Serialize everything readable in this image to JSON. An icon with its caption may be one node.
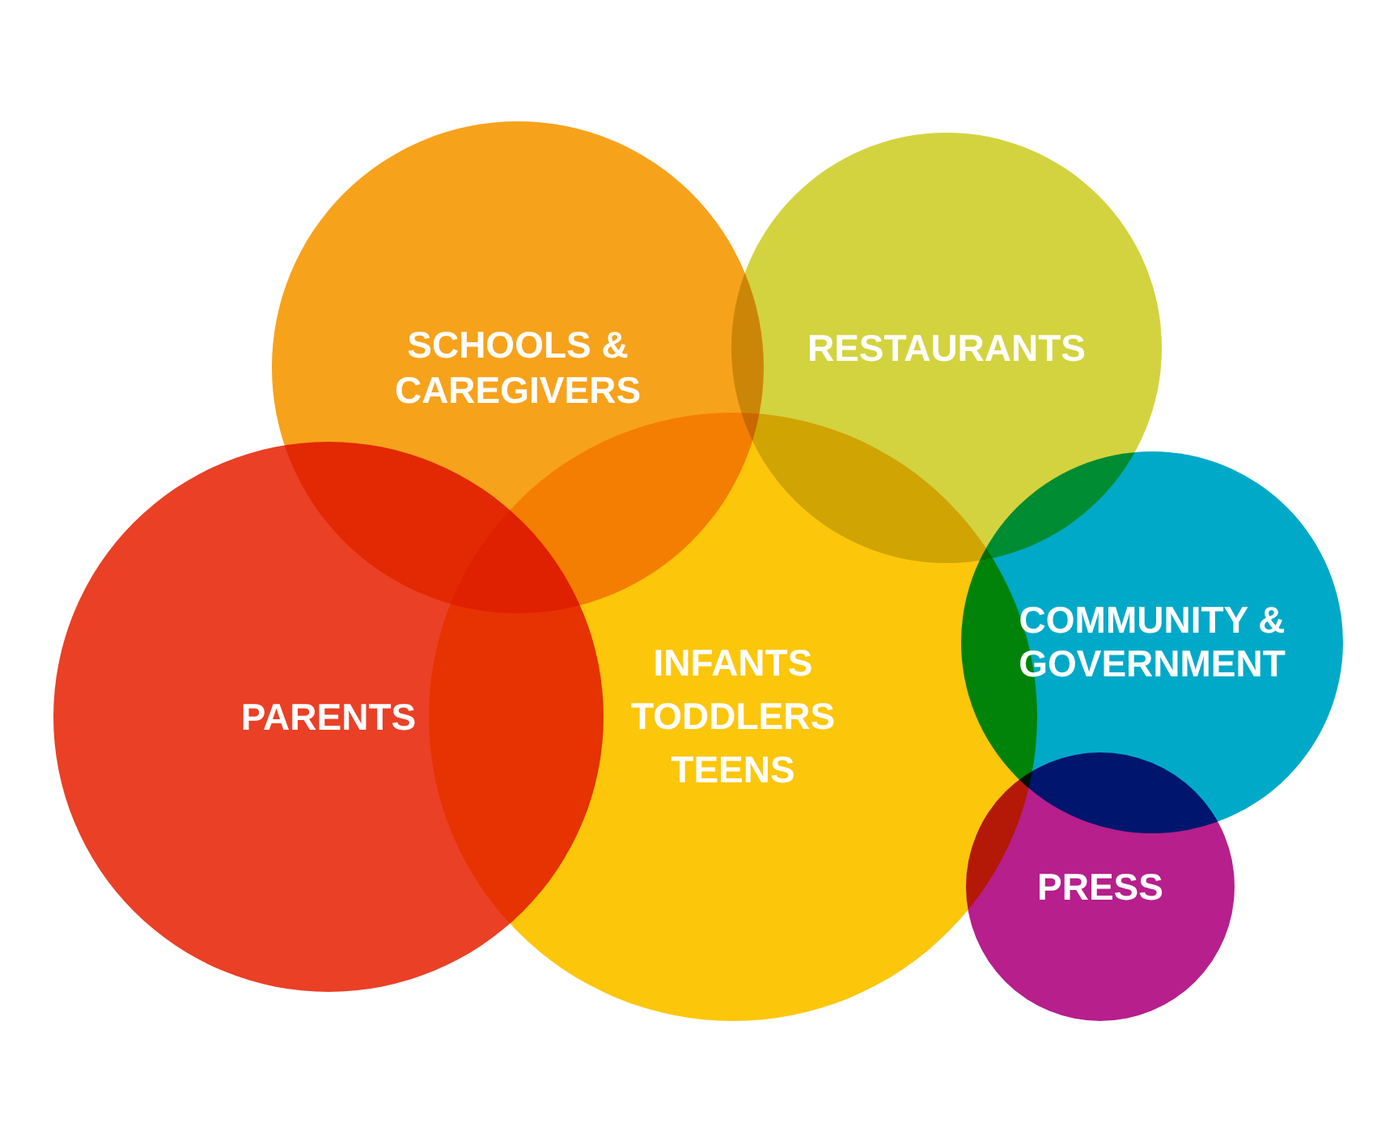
{
  "diagram": {
    "nodes": [
      {
        "text": [
          "SCHOOLS & CAREGIVERS"
        ]
      },
      {
        "text": [
          "RESTAURANTS"
        ]
      },
      {
        "text": [
          "PARENTS"
        ]
      },
      {
        "text": [
          "INFANTS TODDLERS TEENS"
        ]
      },
      {
        "text": [
          "COMMUNITY & GOVERNMENT"
        ]
      },
      {
        "text": [
          "PRESS"
        ]
      }
    ]
  }
}
